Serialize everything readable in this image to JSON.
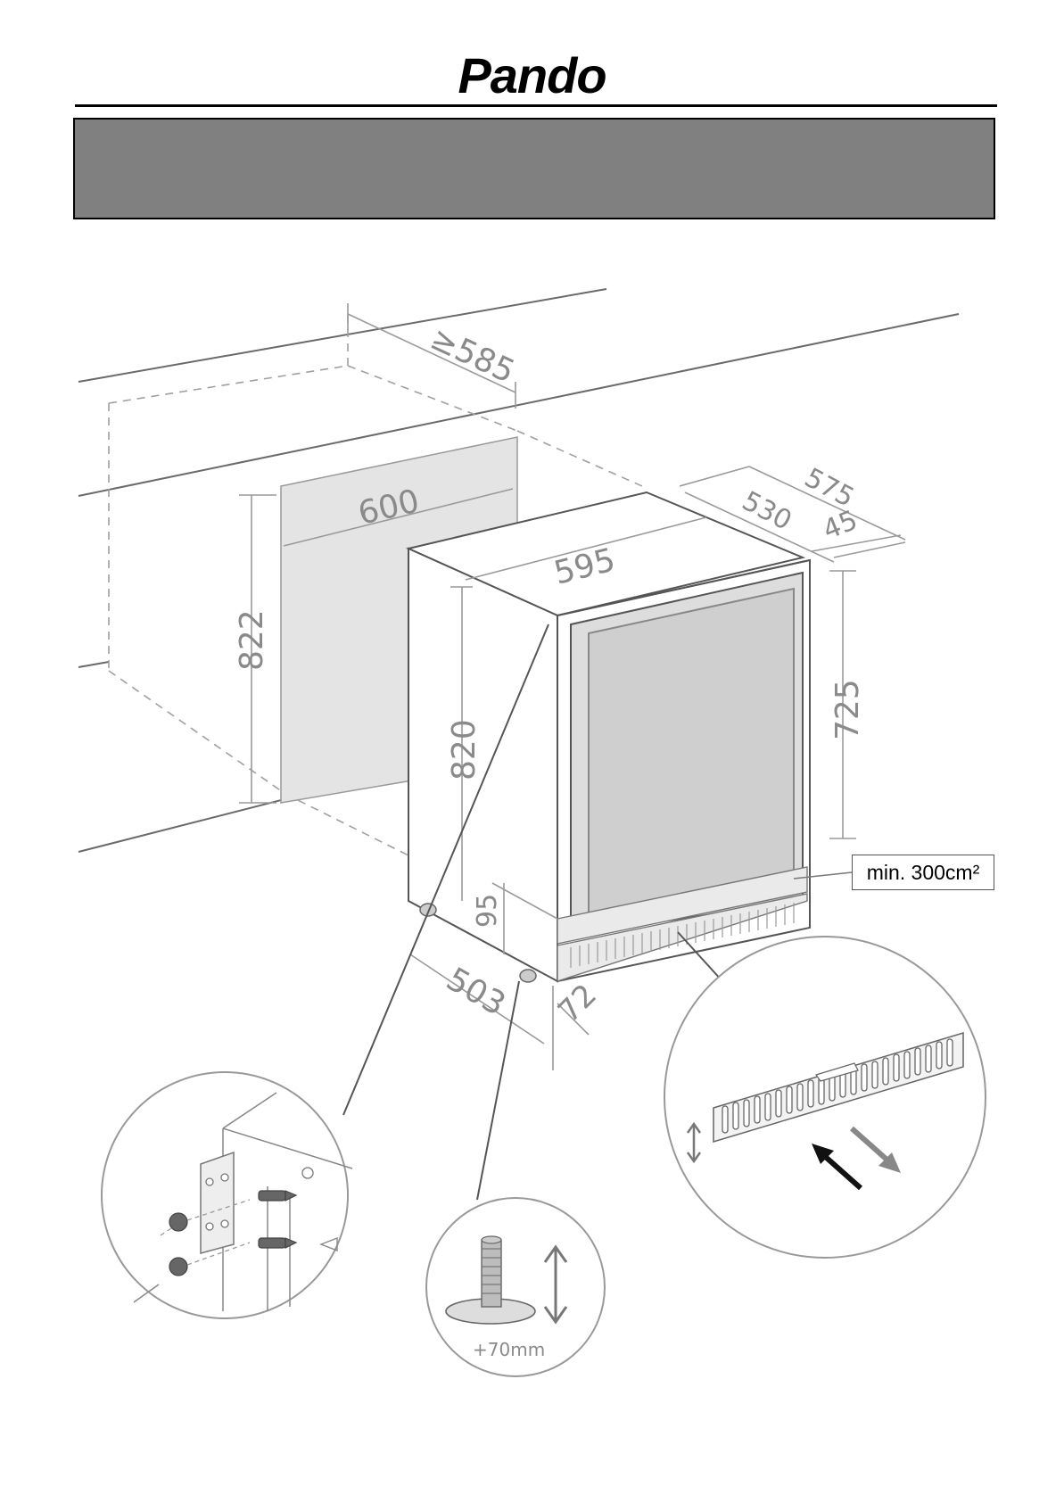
{
  "header": {
    "brand": "Pando"
  },
  "diagram": {
    "dimensions": {
      "niche_depth": "≥585",
      "niche_width": "600",
      "niche_height": "822",
      "unit_width": "595",
      "unit_height": "820",
      "total_depth": "575",
      "cabinet_depth": "530",
      "door_depth": "45",
      "door_height": "725",
      "plinth_height": "95",
      "feet_depth": "503",
      "plinth_depth": "72"
    },
    "ventilation_label": "min. 300cm²",
    "foot_adjustment_label": "+70mm"
  }
}
